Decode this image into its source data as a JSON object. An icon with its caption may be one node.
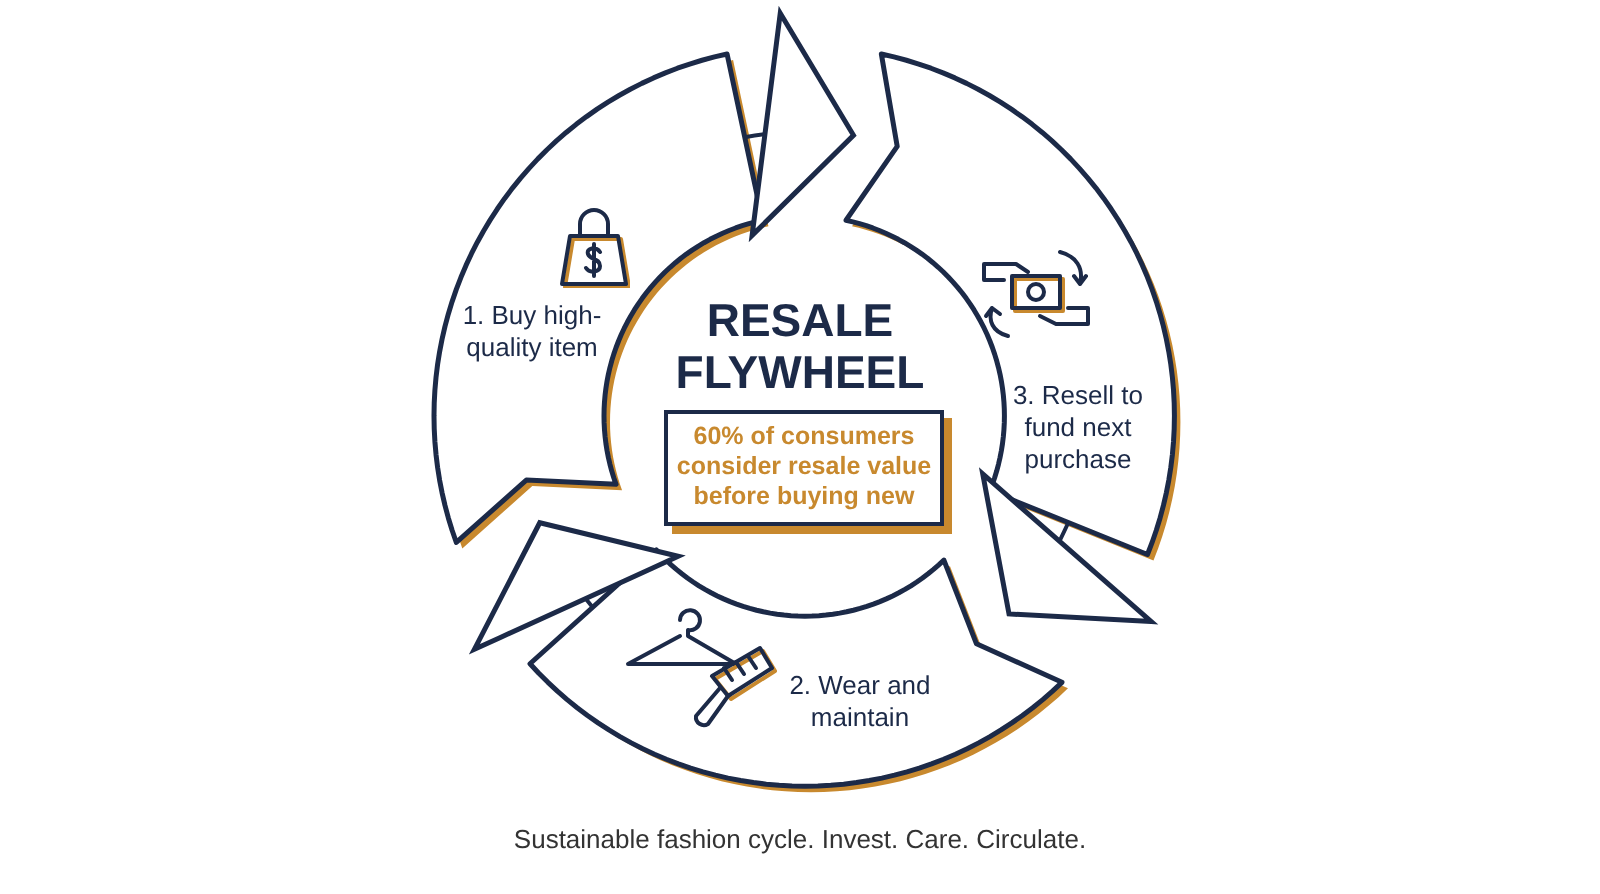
{
  "diagram": {
    "title": "RESALE FLYWHEEL",
    "caption": "Sustainable fashion cycle. Invest. Care. Circulate.",
    "nodes": [
      {
        "text": [
          "1. Buy high-quality item"
        ]
      },
      {
        "text": [
          "3. Resell to fund next purchase"
        ]
      },
      {
        "text": [
          "2. Wear and maintain"
        ]
      },
      {
        "text": [
          "60% of consumers consider resale value before buying new"
        ]
      }
    ],
    "edges": [
      {
        "from": 0,
        "to": 1,
        "arrow": "to"
      },
      {
        "from": 1,
        "to": 2,
        "arrow": "to"
      },
      {
        "from": 2,
        "to": 0,
        "arrow": "to"
      }
    ]
  }
}
